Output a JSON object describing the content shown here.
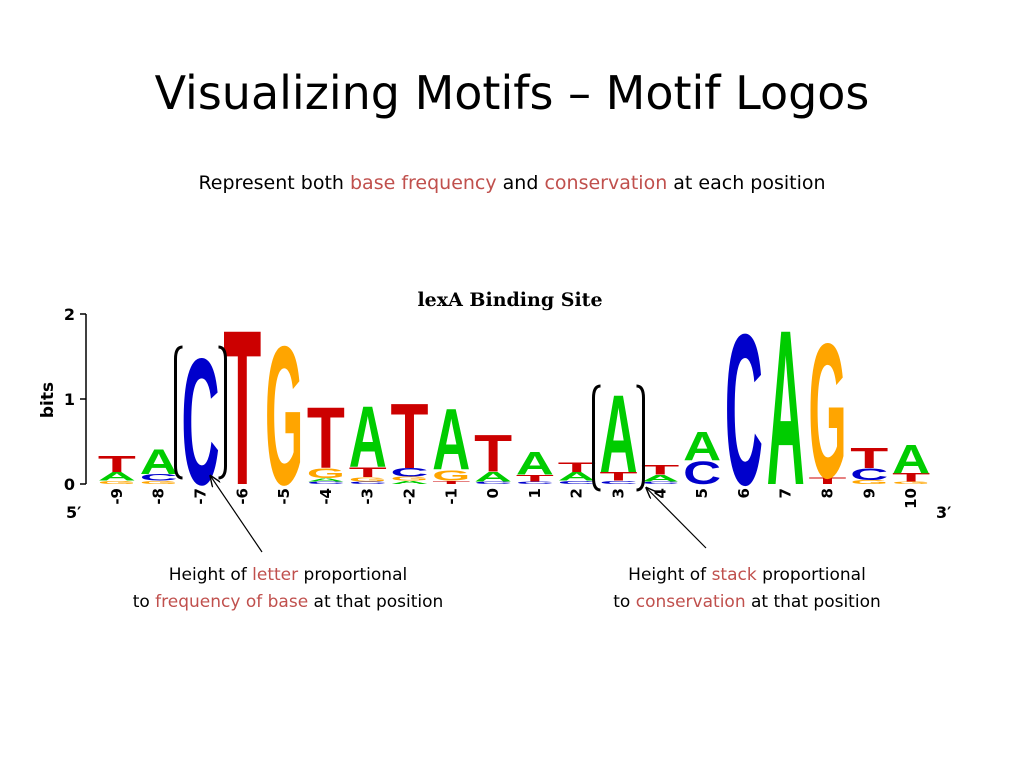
{
  "slide": {
    "title": "Visualizing Motifs – Motif Logos",
    "subtitle": {
      "part1": "Represent both ",
      "highlight1": "base frequency",
      "part2": " and ",
      "highlight2": "conservation",
      "part3": " at each position"
    }
  },
  "chart_data": {
    "type": "sequence-logo",
    "title": "lexA Binding Site",
    "ylabel": "bits",
    "ylim": [
      0,
      2
    ],
    "yticks": [
      "0",
      "1",
      "2"
    ],
    "end_labels": {
      "left": "5′",
      "right": "3′"
    },
    "base_colors": {
      "A": "#00cc00",
      "C": "#0000cc",
      "G": "#ffa500",
      "T": "#cc0000"
    },
    "positions": [
      {
        "label": "-9",
        "stack": [
          {
            "base": "G",
            "bits": 0.04
          },
          {
            "base": "A",
            "bits": 0.1
          },
          {
            "base": "T",
            "bits": 0.2
          }
        ]
      },
      {
        "label": "-8",
        "stack": [
          {
            "base": "G",
            "bits": 0.04
          },
          {
            "base": "C",
            "bits": 0.08
          },
          {
            "base": "A",
            "bits": 0.3
          }
        ]
      },
      {
        "label": "-7",
        "stack": [
          {
            "base": "C",
            "bits": 1.55
          }
        ]
      },
      {
        "label": "-6",
        "stack": [
          {
            "base": "T",
            "bits": 1.9
          }
        ]
      },
      {
        "label": "-5",
        "stack": [
          {
            "base": "G",
            "bits": 1.7
          }
        ]
      },
      {
        "label": "-4",
        "stack": [
          {
            "base": "C",
            "bits": 0.03
          },
          {
            "base": "A",
            "bits": 0.04
          },
          {
            "base": "G",
            "bits": 0.12
          },
          {
            "base": "T",
            "bits": 0.75
          }
        ]
      },
      {
        "label": "-3",
        "stack": [
          {
            "base": "C",
            "bits": 0.03
          },
          {
            "base": "G",
            "bits": 0.05
          },
          {
            "base": "T",
            "bits": 0.12
          },
          {
            "base": "A",
            "bits": 0.75
          }
        ]
      },
      {
        "label": "-2",
        "stack": [
          {
            "base": "A",
            "bits": 0.04
          },
          {
            "base": "G",
            "bits": 0.05
          },
          {
            "base": "C",
            "bits": 0.1
          },
          {
            "base": "T",
            "bits": 0.8
          }
        ]
      },
      {
        "label": "-1",
        "stack": [
          {
            "base": "T",
            "bits": 0.04
          },
          {
            "base": "G",
            "bits": 0.13
          },
          {
            "base": "A",
            "bits": 0.75
          }
        ]
      },
      {
        "label": "0",
        "stack": [
          {
            "base": "C",
            "bits": 0.03
          },
          {
            "base": "A",
            "bits": 0.12
          },
          {
            "base": "T",
            "bits": 0.45
          }
        ]
      },
      {
        "label": "1",
        "stack": [
          {
            "base": "C",
            "bits": 0.03
          },
          {
            "base": "T",
            "bits": 0.08
          },
          {
            "base": "A",
            "bits": 0.28
          }
        ]
      },
      {
        "label": "2",
        "stack": [
          {
            "base": "C",
            "bits": 0.04
          },
          {
            "base": "A",
            "bits": 0.1
          },
          {
            "base": "T",
            "bits": 0.12
          }
        ]
      },
      {
        "label": "3",
        "stack": [
          {
            "base": "C",
            "bits": 0.04
          },
          {
            "base": "T",
            "bits": 0.1
          },
          {
            "base": "A",
            "bits": 0.95
          }
        ]
      },
      {
        "label": "4",
        "stack": [
          {
            "base": "C",
            "bits": 0.03
          },
          {
            "base": "A",
            "bits": 0.08
          },
          {
            "base": "T",
            "bits": 0.12
          }
        ]
      },
      {
        "label": "5",
        "stack": [
          {
            "base": "C",
            "bits": 0.28
          },
          {
            "base": "A",
            "bits": 0.35
          }
        ]
      },
      {
        "label": "6",
        "stack": [
          {
            "base": "C",
            "bits": 1.85
          }
        ]
      },
      {
        "label": "7",
        "stack": [
          {
            "base": "A",
            "bits": 1.9
          }
        ]
      },
      {
        "label": "8",
        "stack": [
          {
            "base": "T",
            "bits": 0.08
          },
          {
            "base": "G",
            "bits": 1.65
          }
        ]
      },
      {
        "label": "9",
        "stack": [
          {
            "base": "G",
            "bits": 0.05
          },
          {
            "base": "C",
            "bits": 0.14
          },
          {
            "base": "T",
            "bits": 0.25
          }
        ]
      },
      {
        "label": "10",
        "stack": [
          {
            "base": "G",
            "bits": 0.03
          },
          {
            "base": "T",
            "bits": 0.1
          },
          {
            "base": "A",
            "bits": 0.35
          }
        ]
      }
    ],
    "highlighted_positions": [
      "-7",
      "3"
    ]
  },
  "annotations": {
    "left": {
      "line1_a": "Height of ",
      "line1_hl": "letter",
      "line1_b": " proportional",
      "line2_a": "to ",
      "line2_hl": "frequency of base",
      "line2_b": " at that position",
      "points_to": "-7"
    },
    "right": {
      "line1_a": "Height of ",
      "line1_hl": "stack",
      "line1_b": " proportional",
      "line2_a": "to ",
      "line2_hl": "conservation",
      "line2_b": " at that position",
      "points_to": "3"
    }
  }
}
